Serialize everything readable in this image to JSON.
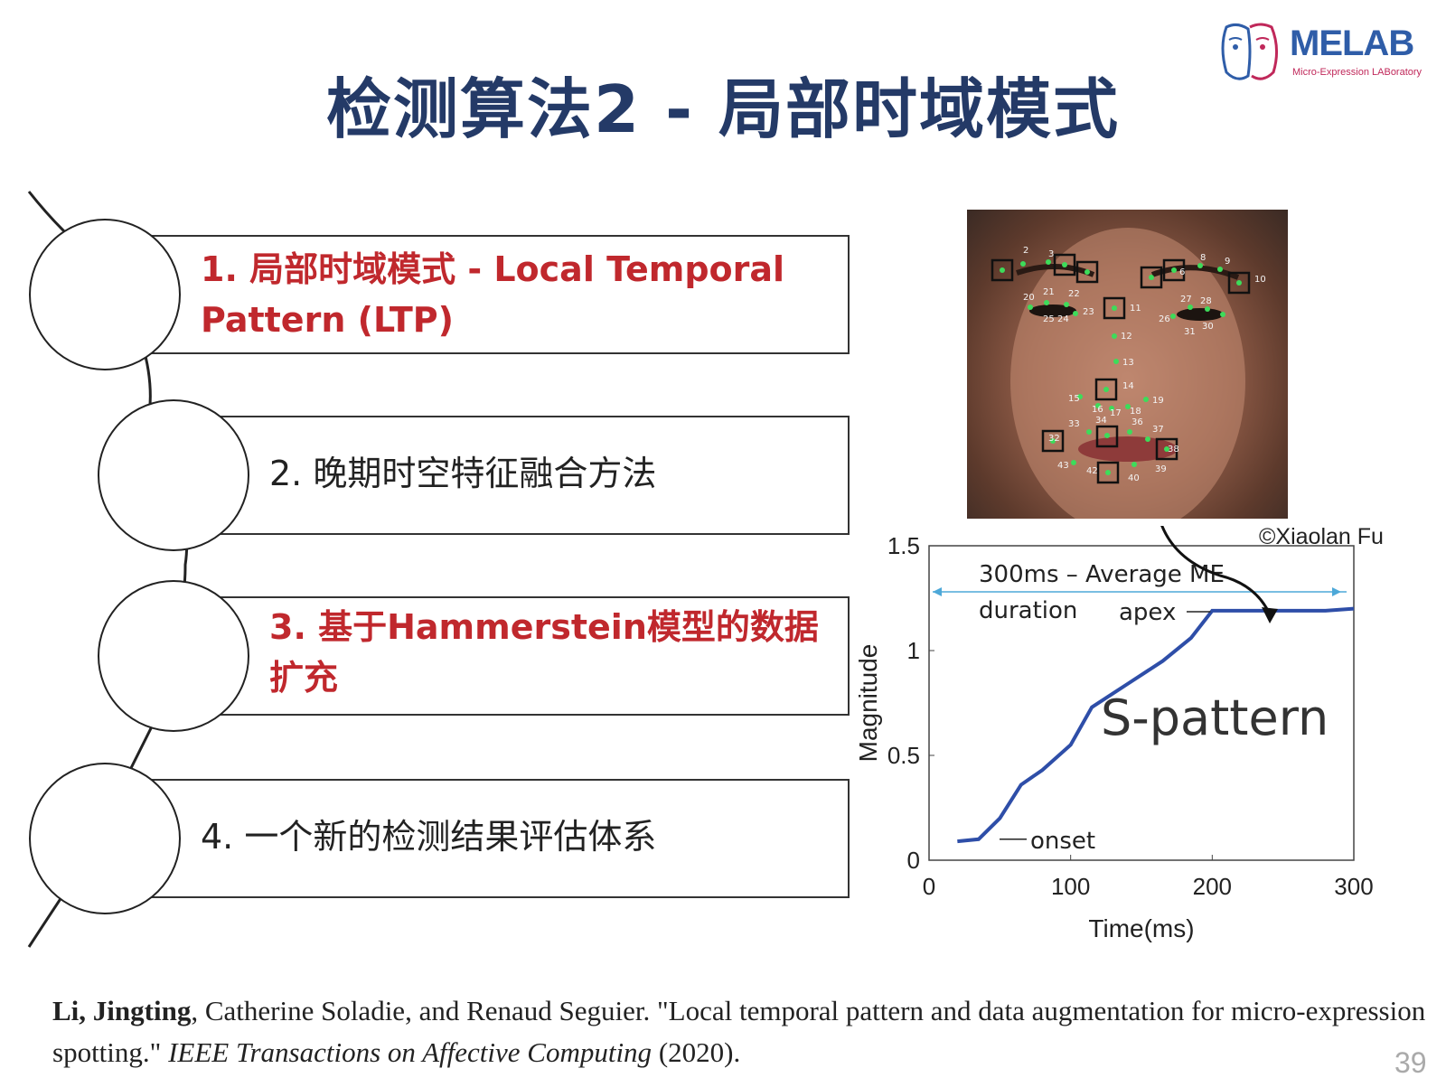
{
  "title": "检测算法2 - 局部时域模式",
  "logo": {
    "word": "MELAB",
    "subtitle": "Micro-Expression LABoratory"
  },
  "items": [
    {
      "line1": "1. 局部时域模式 - Local Temporal",
      "line2": "Pattern (LTP)",
      "highlight": true
    },
    {
      "line1": "2. 晚期时空特征融合方法",
      "line2": "",
      "highlight": false
    },
    {
      "line1": "3. 基于Hammerstein模型的数据",
      "line2": "扩充",
      "highlight": true
    },
    {
      "line1": "4. 一个新的检测结果评估体系",
      "line2": "",
      "highlight": false
    }
  ],
  "landmark_labels": [
    "2",
    "3",
    "6",
    "8",
    "9",
    "10",
    "11",
    "12",
    "13",
    "14",
    "15",
    "16",
    "17",
    "18",
    "19",
    "20",
    "21",
    "22",
    "23",
    "24",
    "25",
    "26",
    "27",
    "28",
    "30",
    "31",
    "32",
    "33",
    "34",
    "36",
    "37",
    "38",
    "39",
    "40",
    "42",
    "43"
  ],
  "credit": "©Xiaolan Fu",
  "chart_data": {
    "type": "line",
    "xlabel": "Time(ms)",
    "ylabel": "Magnitude",
    "xlim": [
      0,
      300
    ],
    "ylim": [
      0,
      1.5
    ],
    "xticks": [
      "0",
      "100",
      "200",
      "300"
    ],
    "yticks": [
      "0",
      "0.5",
      "1",
      "1.5"
    ],
    "x": [
      20,
      35,
      50,
      65,
      80,
      100,
      115,
      140,
      165,
      185,
      200,
      230,
      260,
      280,
      300
    ],
    "y": [
      0.09,
      0.1,
      0.2,
      0.36,
      0.43,
      0.55,
      0.73,
      0.84,
      0.95,
      1.06,
      1.19,
      1.19,
      1.19,
      1.19,
      1.2
    ],
    "color": "#2e4ea8",
    "annotations": {
      "duration_line1": "300ms – Average ME",
      "duration_line2": "duration",
      "apex": "apex",
      "onset": "onset",
      "pattern": "S-pattern"
    }
  },
  "reference": {
    "author_bold": "Li, Jingting",
    "authors_rest": ", Catherine Soladie, and Renaud Seguier. \"Local temporal pattern and data augmentation for micro-expression spotting.\" ",
    "journal": "IEEE Transactions on Affective Computing",
    "year": " (2020)."
  },
  "page_number": "39"
}
